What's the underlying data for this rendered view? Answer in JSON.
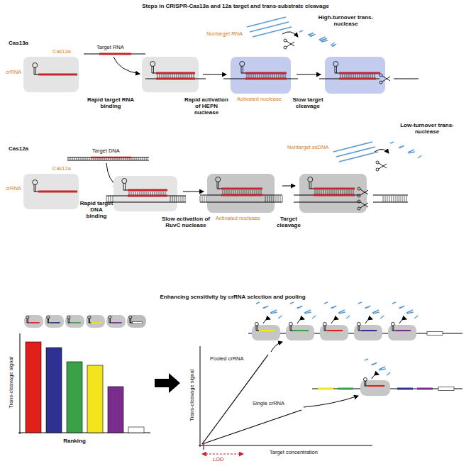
{
  "diagram": {
    "title": "Steps in CRISPR-Cas13a and 12a target and trans-substrate cleavage",
    "labels": [
      "Cas13a",
      "Target RNA",
      "crRNA",
      "Cas13a",
      "High-turnover trans-nuclease",
      "Nontarget RNA",
      "Rapid target RNA binding",
      "Rapid activation of HEPN nuclease",
      "Activated nuclease",
      "Slow target cleavage",
      "Cas12a",
      "Target DNA",
      "crRNA",
      "Cas12a",
      "Low-turnover trans-nuclease",
      "Nontarget ssDNA",
      "Rapid target DNA binding",
      "Slow activation of RuvC nuclease",
      "Activated nuclease",
      "Target cleavage",
      "Enhancing sensitivity by crRNA selection and pooling",
      "Trans-cleavage signal",
      "Ranking",
      "Trans-cleavage signal",
      "Pooled crRNA",
      "Single crRNA",
      "LOD",
      "Target concentration"
    ]
  }
}
